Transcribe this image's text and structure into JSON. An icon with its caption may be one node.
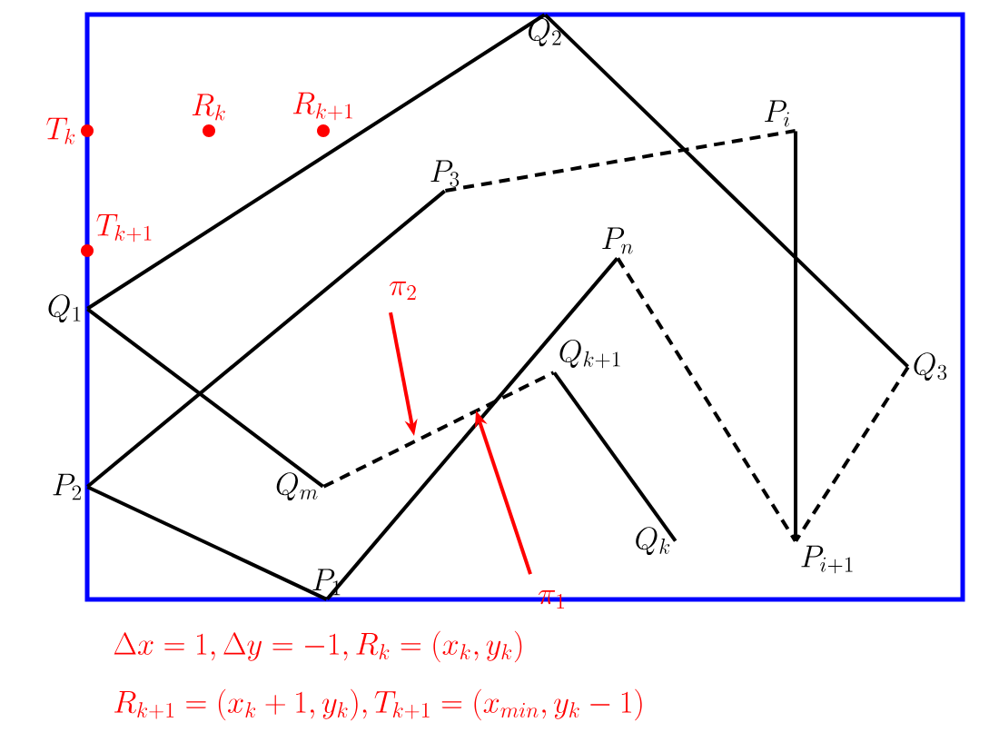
{
  "diagram": {
    "nodes": [
      {
        "text": [
          "T_k"
        ]
      },
      {
        "text": [
          "R_k"
        ]
      },
      {
        "text": [
          "R_{k+1}"
        ]
      },
      {
        "text": [
          "T_{k+1}"
        ]
      },
      {
        "text": [
          "Q_1"
        ]
      },
      {
        "text": [
          "Q_2"
        ]
      },
      {
        "text": [
          "P_3"
        ]
      },
      {
        "text": [
          "P_i"
        ]
      },
      {
        "text": [
          "P_n"
        ]
      },
      {
        "text": [
          "Q_{k+1}"
        ]
      },
      {
        "text": [
          "Q_3"
        ]
      },
      {
        "text": [
          "P_2"
        ]
      },
      {
        "text": [
          "Q_m"
        ]
      },
      {
        "text": [
          "P_1"
        ]
      },
      {
        "text": [
          "Q_k"
        ]
      },
      {
        "text": [
          "P_{i+1}"
        ]
      },
      {
        "text": [
          "\\pi_2"
        ]
      },
      {
        "text": [
          "\\pi_1"
        ]
      }
    ],
    "edges": [
      {
        "from": 4,
        "to": 5,
        "arrow": "none"
      },
      {
        "from": 5,
        "to": 10,
        "arrow": "none"
      },
      {
        "from": 11,
        "to": 6,
        "arrow": "none"
      },
      {
        "from": 11,
        "to": 13,
        "arrow": "none"
      },
      {
        "from": 13,
        "to": 8,
        "arrow": "none"
      },
      {
        "from": 4,
        "to": 12,
        "arrow": "none"
      },
      {
        "from": 9,
        "to": 14,
        "arrow": "none"
      },
      {
        "from": 7,
        "to": 15,
        "arrow": "none"
      },
      {
        "from": 6,
        "to": 7,
        "arrow": "none",
        "style": "dashed"
      },
      {
        "from": 12,
        "to": 9,
        "arrow": "none",
        "style": "dashed"
      },
      {
        "from": 8,
        "to": 15,
        "arrow": "none",
        "style": "dashed"
      },
      {
        "from": 10,
        "to": 15,
        "arrow": "none",
        "style": "dashed"
      },
      {
        "from": 16,
        "to": null,
        "arrow": "to",
        "color": "#ff0000"
      },
      {
        "from": 17,
        "to": null,
        "arrow": "to",
        "color": "#ff0000"
      }
    ],
    "labels": [
      "\\Delta x = 1, \\Delta y = -1, R_k = (x_k, y_k)",
      "R_{k+1} = (x_k + 1, y_k), T_{k+1} = (x_{min}, y_k - 1)"
    ]
  }
}
